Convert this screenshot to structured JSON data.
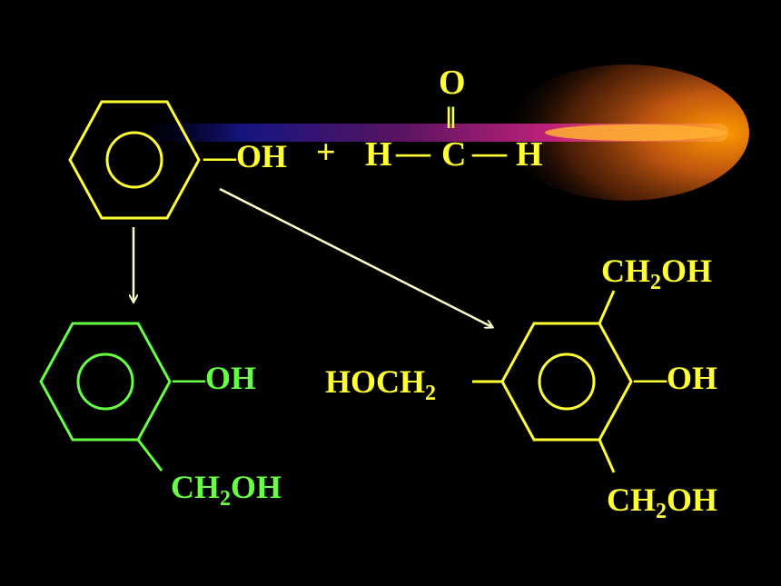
{
  "colors": {
    "background": "#000000",
    "reactant": "#ffff33",
    "ortho_product": "#66ff44",
    "tri_product": "#ffff33",
    "arrow": "#ffffcc"
  },
  "reactants": {
    "phenol_oh": "—OH",
    "plus": "+",
    "formaldehyde": {
      "o": "O",
      "h_left": "H",
      "c": "C",
      "h_right": "H",
      "bond": "—",
      "double_bond": "‖"
    }
  },
  "ortho_product": {
    "oh": "—OH",
    "ch2oh": {
      "pre": "CH",
      "sub": "2",
      "post": "OH"
    }
  },
  "tri_product": {
    "oh": "—OH",
    "ch2oh_top": {
      "pre": "CH",
      "sub": "2",
      "post": "OH"
    },
    "ch2oh_bottom": {
      "pre": "CH",
      "sub": "2",
      "post": "OH"
    },
    "hoch2_left": {
      "pre": "HOCH",
      "sub": "2"
    }
  }
}
